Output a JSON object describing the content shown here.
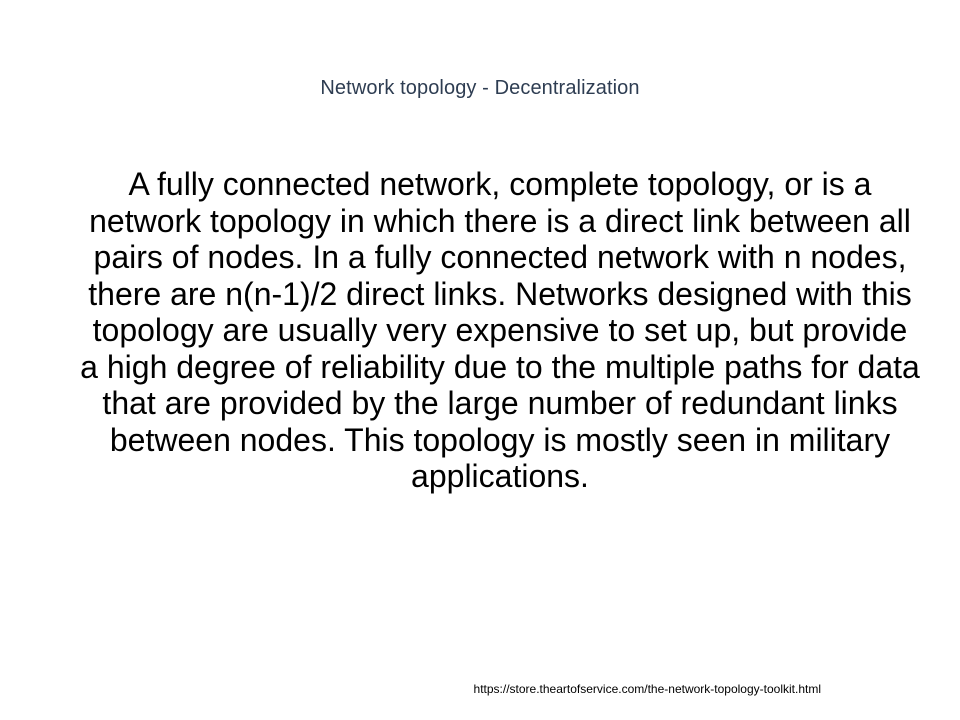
{
  "slide": {
    "title": "Network topology - Decentralization",
    "body": "A fully connected network, complete topology, or is a network topology in which there is a direct link between all pairs of nodes. In a fully connected network with n nodes, there are n(n-1)/2 direct links. Networks designed with this topology are usually very expensive to set up, but provide a high degree of reliability due to the multiple paths for data that are provided by the large number of redundant links between nodes. This topology is mostly seen in military applications.",
    "footer_url": "https://store.theartofservice.com/the-network-topology-toolkit.html"
  },
  "colors": {
    "title": "#2e3d52",
    "text": "#000000",
    "background": "#ffffff"
  }
}
